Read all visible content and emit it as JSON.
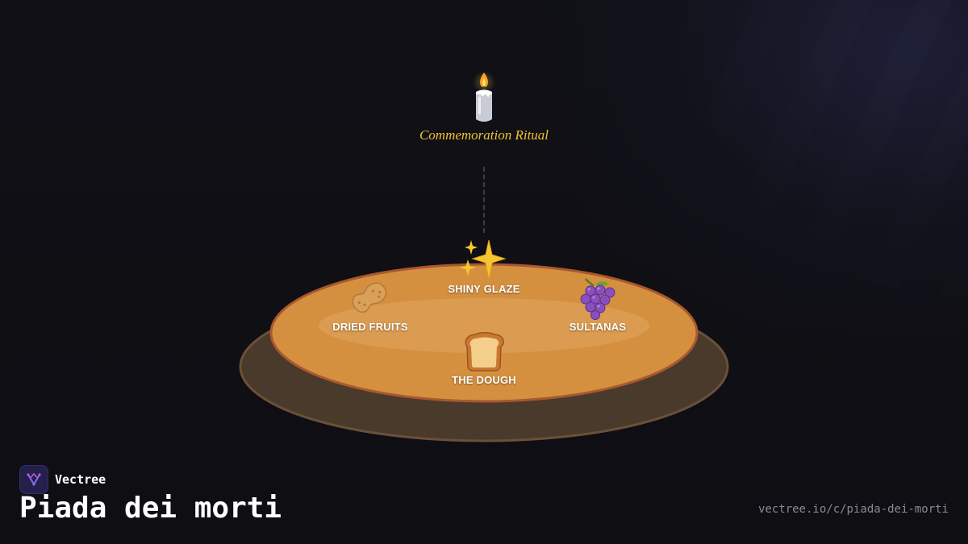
{
  "header": {
    "ritual_icon": "candle-icon",
    "ritual_label": "Commemoration Ritual"
  },
  "plate": {
    "colors": {
      "base": "#4a3a2c",
      "base_rim": "#6b5038",
      "top": "#d4903f",
      "top_rim": "#a8582e"
    }
  },
  "ingredients": [
    {
      "id": "shiny-glaze",
      "label": "SHINY GLAZE",
      "icon": "sparkles-icon",
      "glyph": "✨"
    },
    {
      "id": "dried-fruits",
      "label": "DRIED FRUITS",
      "icon": "peanut-icon",
      "glyph": "🥜"
    },
    {
      "id": "sultanas",
      "label": "SULTANAS",
      "icon": "grapes-icon",
      "glyph": "🍇"
    },
    {
      "id": "the-dough",
      "label": "THE DOUGH",
      "icon": "bread-icon",
      "glyph": "🍞"
    }
  ],
  "footer": {
    "brand_name": "Vectree",
    "brand_icon": "vectree-logo-icon",
    "title": "Piada dei morti",
    "url": "vectree.io/c/piada-dei-morti"
  }
}
